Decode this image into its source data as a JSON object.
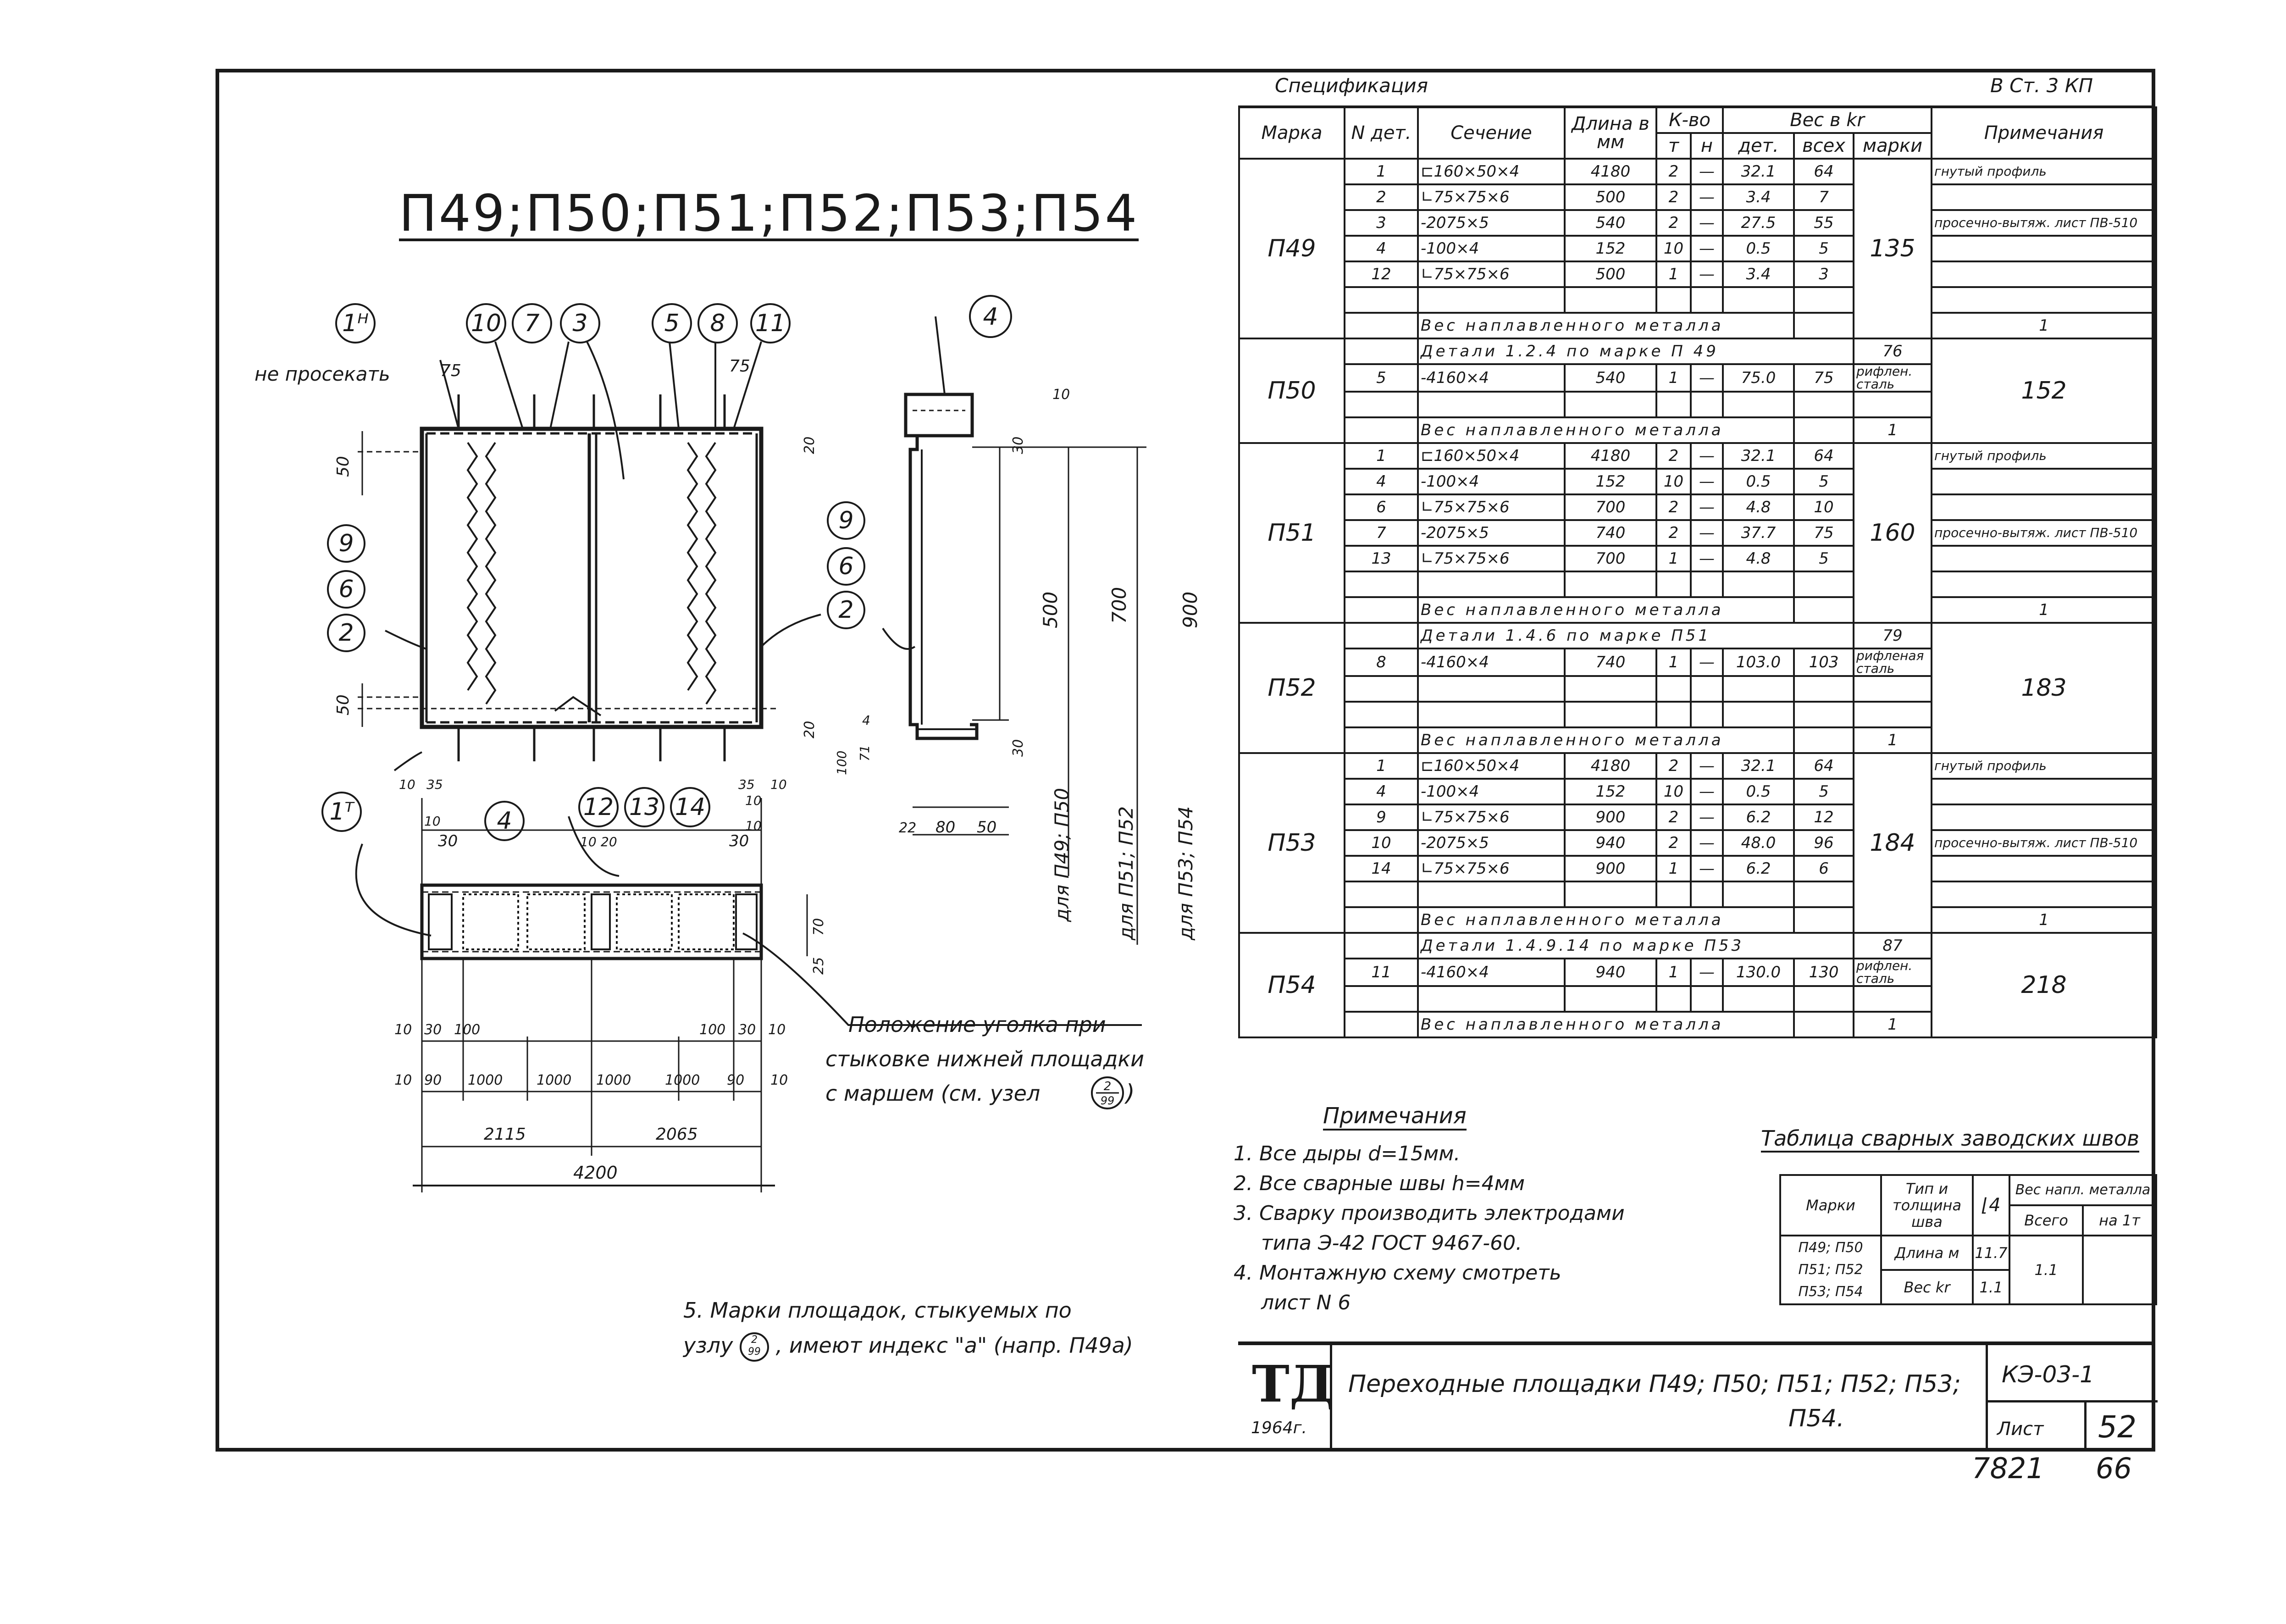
{
  "drawing": {
    "title": "П49;П50;П51;П52;П53;П54",
    "callouts_top": [
      "1ᴴ",
      "10",
      "7",
      "3",
      "5",
      "8",
      "11"
    ],
    "callouts_left": [
      "9",
      "6",
      "2"
    ],
    "callouts_right": [
      "9",
      "6",
      "2"
    ],
    "callouts_bottom": [
      "1ᵀ",
      "4",
      "12",
      "13",
      "14"
    ],
    "callout_section": "4",
    "no_cut_label": "не просекать",
    "weld_symbol": "10",
    "dim_top_75_left": "75",
    "dim_top_75_right": "75",
    "dim_50_top": "50",
    "dim_50_bottom": "50",
    "dim_500": "500",
    "dim_700": "700",
    "dim_900": "900",
    "for_p49_p50": "для П49; П50",
    "for_p51_p52": "для П51; П52",
    "for_p53_p54": "для П53; П54",
    "section_dims": {
      "d20_top": "20",
      "d30_top": "30",
      "d20_bot": "20",
      "d4": "4",
      "d100": "100",
      "d71": "71",
      "d30_bot": "30",
      "d22": "22",
      "d80": "80",
      "d50": "50"
    },
    "plan_dims_top": {
      "d10": "10",
      "d35": "35",
      "d10b": "10",
      "d30": "30",
      "d10c": "10",
      "d20": "20",
      "d10d": "10",
      "d30b": "30",
      "d35b": "35",
      "d10e": "10",
      "d10f": "10"
    },
    "plan_dims_right": {
      "d70": "70",
      "d25": "25"
    },
    "plan_dims_row1": [
      "10",
      "30",
      "100",
      "100",
      "30",
      "10"
    ],
    "plan_dims_row2": [
      "10",
      "90",
      "1000",
      "1000",
      "1000",
      "1000",
      "90",
      "10"
    ],
    "plan_dims_row3": [
      "2115",
      "2065"
    ],
    "plan_dim_total": "4200",
    "angle_note_line1": "Положение уголка при",
    "angle_note_line2": "стыковке нижней площадки",
    "angle_note_line3": "с маршем (см. узел",
    "node_ref_num": "2",
    "node_ref_den": "99"
  },
  "spec": {
    "title": "Спецификация",
    "steel": "В Ст. 3 КП",
    "headers": {
      "mark": "Марка",
      "det_no": "N дет.",
      "section": "Сечение",
      "length": "Длина в мм",
      "qty": "К-во",
      "qty_t": "т",
      "qty_n": "н",
      "weight": "Вес в kr",
      "w_det": "дет.",
      "w_all": "всех",
      "w_mark": "марки",
      "notes": "Примечания"
    },
    "groups": [
      {
        "mark": "П49",
        "total": "135",
        "rows": [
          {
            "n": "1",
            "sec": "⊏160×50×4",
            "len": "4180",
            "t": "2",
            "h": "—",
            "wd": "32.1",
            "wa": "64",
            "note": "гнутый профиль"
          },
          {
            "n": "2",
            "sec": "∟75×75×6",
            "len": "500",
            "t": "2",
            "h": "—",
            "wd": "3.4",
            "wa": "7",
            "note": ""
          },
          {
            "n": "3",
            "sec": "-2075×5",
            "len": "540",
            "t": "2",
            "h": "—",
            "wd": "27.5",
            "wa": "55",
            "note": "просечно-вытяж. лист ПВ-510"
          },
          {
            "n": "4",
            "sec": "-100×4",
            "len": "152",
            "t": "10",
            "h": "—",
            "wd": "0.5",
            "wa": "5",
            "note": ""
          },
          {
            "n": "12",
            "sec": "∟75×75×6",
            "len": "500",
            "t": "1",
            "h": "—",
            "wd": "3.4",
            "wa": "3",
            "note": ""
          }
        ],
        "extra": "",
        "weld": "Вес наплавленного металла",
        "weld_w": "1"
      },
      {
        "mark": "П50",
        "total": "152",
        "pre": "Детали 1.2.4 по марке П 49",
        "pre_w": "76",
        "rows": [
          {
            "n": "5",
            "sec": "-4160×4",
            "len": "540",
            "t": "1",
            "h": "—",
            "wd": "75.0",
            "wa": "75",
            "note": "рифлен. сталь"
          }
        ],
        "weld": "Вес наплавленного металла",
        "weld_w": "1"
      },
      {
        "mark": "П51",
        "total": "160",
        "rows": [
          {
            "n": "1",
            "sec": "⊏160×50×4",
            "len": "4180",
            "t": "2",
            "h": "—",
            "wd": "32.1",
            "wa": "64",
            "note": "гнутый профиль"
          },
          {
            "n": "4",
            "sec": "-100×4",
            "len": "152",
            "t": "10",
            "h": "—",
            "wd": "0.5",
            "wa": "5",
            "note": ""
          },
          {
            "n": "6",
            "sec": "∟75×75×6",
            "len": "700",
            "t": "2",
            "h": "—",
            "wd": "4.8",
            "wa": "10",
            "note": ""
          },
          {
            "n": "7",
            "sec": "-2075×5",
            "len": "740",
            "t": "2",
            "h": "—",
            "wd": "37.7",
            "wa": "75",
            "note": "просечно-вытяж. лист ПВ-510"
          },
          {
            "n": "13",
            "sec": "∟75×75×6",
            "len": "700",
            "t": "1",
            "h": "—",
            "wd": "4.8",
            "wa": "5",
            "note": ""
          }
        ],
        "weld": "Вес наплавленного металла",
        "weld_w": "1"
      },
      {
        "mark": "П52",
        "total": "183",
        "pre": "Детали 1.4.6 по марке П51",
        "pre_w": "79",
        "rows": [
          {
            "n": "8",
            "sec": "-4160×4",
            "len": "740",
            "t": "1",
            "h": "—",
            "wd": "103.0",
            "wa": "103",
            "note": "рифленая сталь"
          },
          {
            "n": "",
            "sec": "",
            "len": "",
            "t": "",
            "h": "",
            "wd": "",
            "wa": "",
            "note": ""
          }
        ],
        "weld": "Вес наплавленного металла",
        "weld_w": "1"
      },
      {
        "mark": "П53",
        "total": "184",
        "rows": [
          {
            "n": "1",
            "sec": "⊏160×50×4",
            "len": "4180",
            "t": "2",
            "h": "—",
            "wd": "32.1",
            "wa": "64",
            "note": "гнутый профиль"
          },
          {
            "n": "4",
            "sec": "-100×4",
            "len": "152",
            "t": "10",
            "h": "—",
            "wd": "0.5",
            "wa": "5",
            "note": ""
          },
          {
            "n": "9",
            "sec": "∟75×75×6",
            "len": "900",
            "t": "2",
            "h": "—",
            "wd": "6.2",
            "wa": "12",
            "note": ""
          },
          {
            "n": "10",
            "sec": "-2075×5",
            "len": "940",
            "t": "2",
            "h": "—",
            "wd": "48.0",
            "wa": "96",
            "note": "просечно-вытяж. лист ПВ-510"
          },
          {
            "n": "14",
            "sec": "∟75×75×6",
            "len": "900",
            "t": "1",
            "h": "—",
            "wd": "6.2",
            "wa": "6",
            "note": ""
          }
        ],
        "weld": "Вес наплавленного металла",
        "weld_w": "1"
      },
      {
        "mark": "П54",
        "total": "218",
        "pre": "Детали 1.4.9.14 по марке П53",
        "pre_w": "87",
        "rows": [
          {
            "n": "11",
            "sec": "-4160×4",
            "len": "940",
            "t": "1",
            "h": "—",
            "wd": "130.0",
            "wa": "130",
            "note": "рифлен. сталь"
          }
        ],
        "weld": "Вес наплавленного металла",
        "weld_w": "1"
      }
    ]
  },
  "notes": {
    "title": "Примечания",
    "items": [
      "1. Все дыры d=15мм.",
      "2. Все сварные швы h=4мм",
      "3. Сварку производить электродами",
      "типа Э-42 ГОСТ 9467-60.",
      "4. Монтажную схему смотреть",
      "лист N 6"
    ],
    "item5_line1": "5. Марки площадок, стыкуемых по",
    "item5_line2": "узлу",
    "item5_line3": ", имеют индекс \"а\" (напр. П49а)"
  },
  "weld_table": {
    "title": "Таблица сварных заводских швов",
    "h_mark": "Марки",
    "h_type": "Тип и толщина шва",
    "h_sym": "4",
    "h_weight": "Вес напл. металла",
    "h_total": "Всего",
    "h_per": "на 1т",
    "marks": "П49; П50 П51; П52 П53; П54",
    "row1_label": "Длина м",
    "row1_val": "11.7",
    "row2_label": "Вес kr",
    "row2_val": "1.1",
    "total_val": "1.1"
  },
  "stamp": {
    "logo": "ТД",
    "year": "1964г.",
    "title": "Переходные площадки П49; П50; П51; П52; П53;",
    "title2": "П54.",
    "code": "КЭ-03-1",
    "sheet_label": "Лист",
    "sheet_no": "52"
  },
  "below_frame": {
    "left": "7821",
    "right": "66"
  }
}
